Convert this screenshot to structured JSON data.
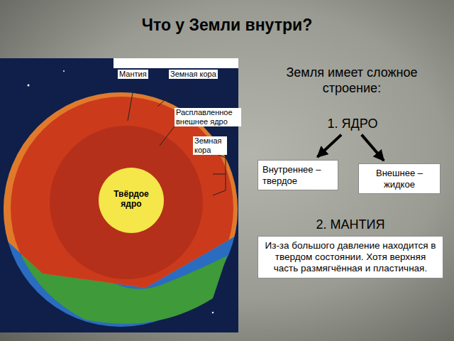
{
  "diagram": {
    "title": "Что у Земли внутри?",
    "nodes": [
      {
        "text": [
          "1. ЯДРО"
        ]
      },
      {
        "text": [
          "Внутреннее – твердое"
        ]
      },
      {
        "text": [
          "Внешнее – жидкое"
        ]
      },
      {
        "text": [
          "2. МАНТИЯ",
          "Из-за большого давление находится в твердом состоянии. Хотя верхняя часть размягчённая и пластичная."
        ]
      }
    ],
    "edges": [
      {
        "from": 0,
        "to": 1,
        "arrow": "to"
      },
      {
        "from": 0,
        "to": 2,
        "arrow": "to"
      }
    ],
    "labels": [
      "Земля имеет сложное строение:",
      "Мантия",
      "Земная кора",
      "Расплавленное внешнее ядро",
      "Земная кора",
      "Твёрдое ядро"
    ]
  }
}
